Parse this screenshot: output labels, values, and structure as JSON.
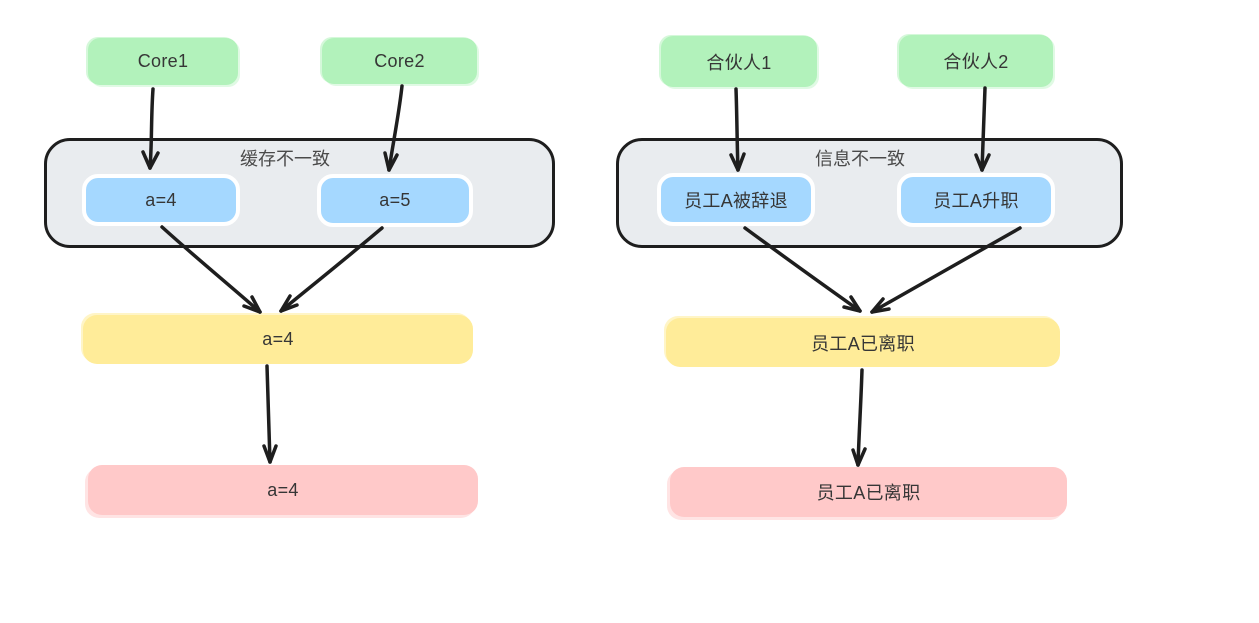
{
  "diagrams": [
    {
      "name": "cache-inconsistency",
      "sources": [
        {
          "label": "Core1"
        },
        {
          "label": "Core2"
        }
      ],
      "container": {
        "label": "缓存不一致"
      },
      "entries": [
        {
          "label": "a=4"
        },
        {
          "label": "a=5"
        }
      ],
      "merged": {
        "label": "a=4"
      },
      "final": {
        "label": "a=4"
      }
    },
    {
      "name": "info-inconsistency",
      "sources": [
        {
          "label": "合伙人1"
        },
        {
          "label": "合伙人2"
        }
      ],
      "container": {
        "label": "信息不一致"
      },
      "entries": [
        {
          "label": "员工A被辞退"
        },
        {
          "label": "员工A升职"
        }
      ],
      "merged": {
        "label": "员工A已离职"
      },
      "final": {
        "label": "员工A已离职"
      }
    }
  ],
  "colors": {
    "source_fill": "#b2f2bb",
    "entry_fill": "#a5d8ff",
    "entry_stroke": "#ffffff",
    "container_fill": "#e9ecef",
    "container_stroke": "#1e1e1e",
    "merged_fill": "#ffec99",
    "final_fill": "#ffc9c9",
    "arrow": "#1e1e1e",
    "text": "#363636"
  }
}
